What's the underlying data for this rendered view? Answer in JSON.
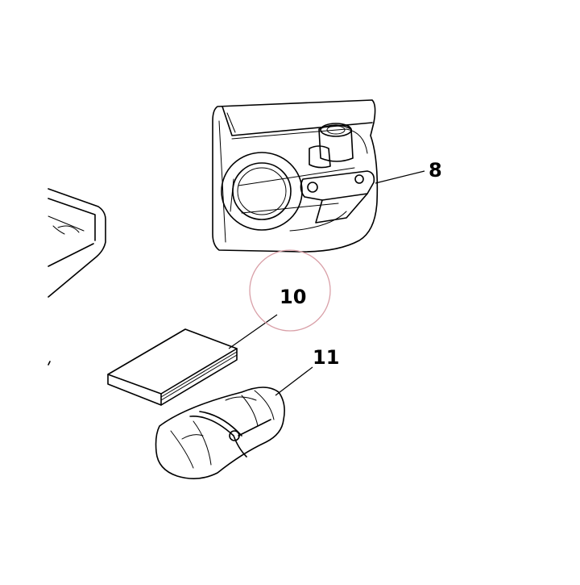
{
  "diagram": {
    "callouts": [
      {
        "id": "8",
        "label": "8"
      },
      {
        "id": "10",
        "label": "10"
      },
      {
        "id": "11",
        "label": "11"
      }
    ],
    "highlight_color": "#d9a0a8",
    "line_color": "#000000"
  }
}
